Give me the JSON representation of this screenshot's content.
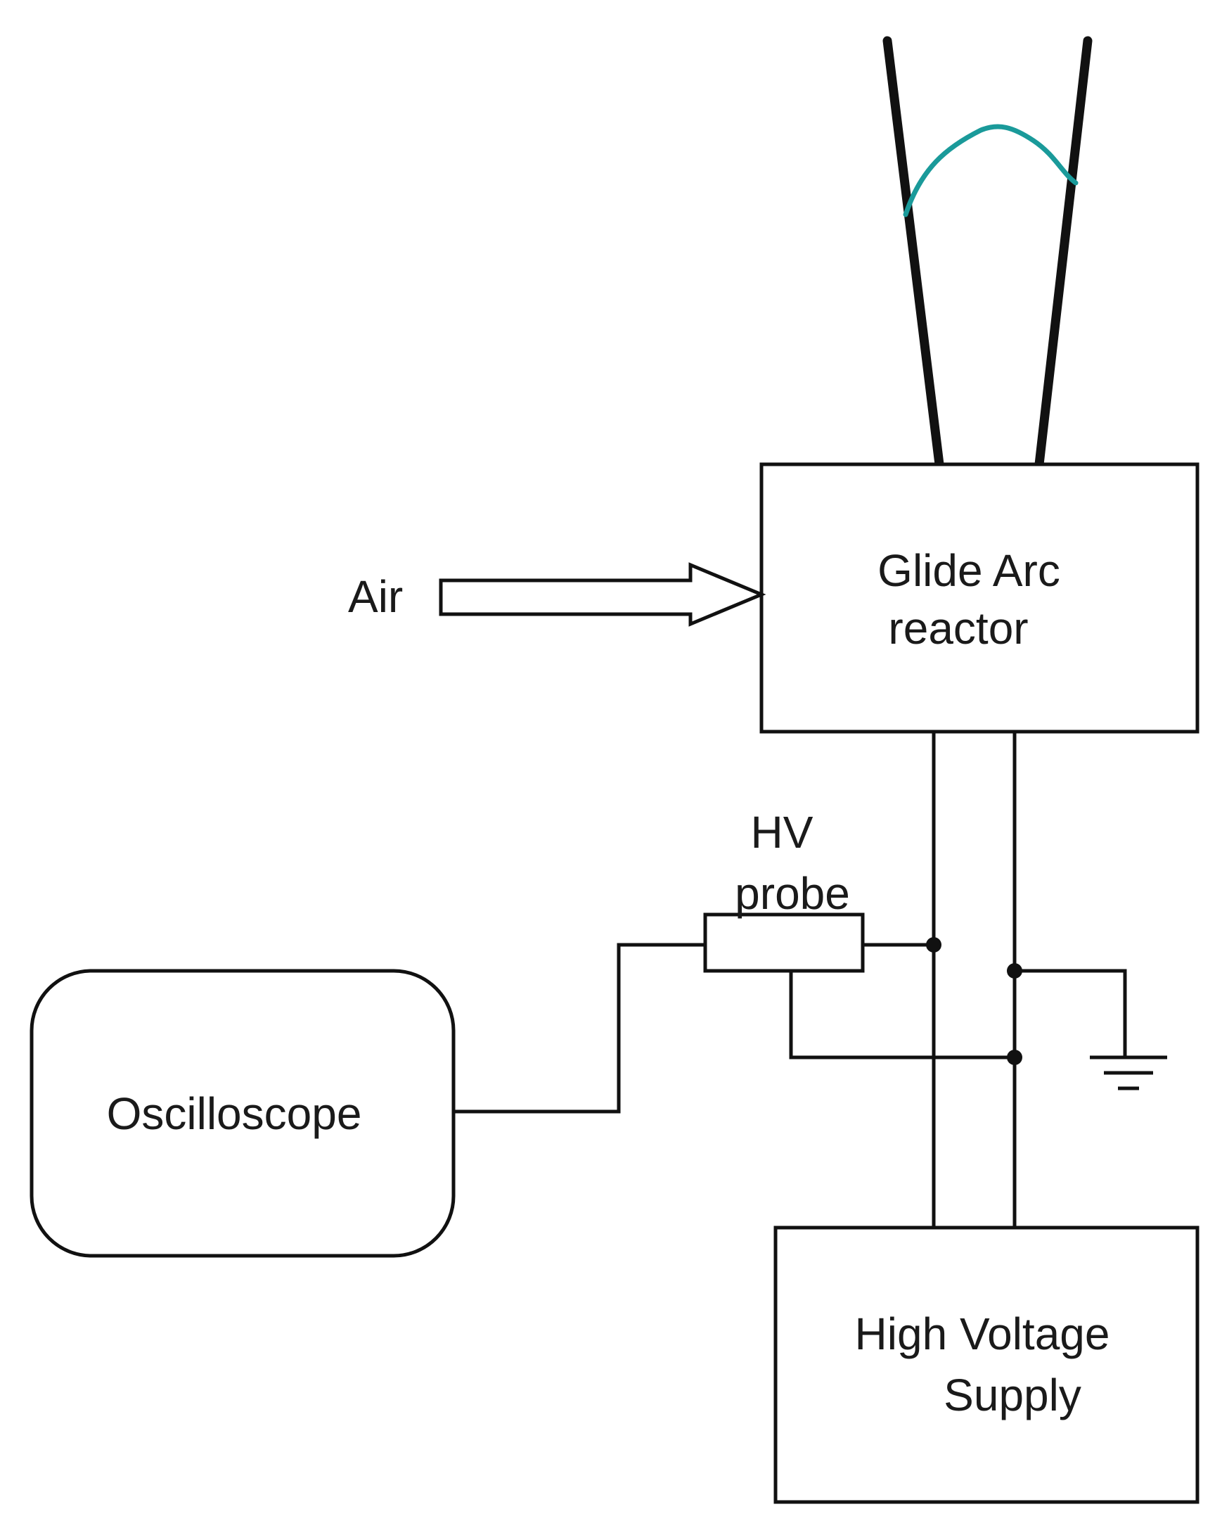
{
  "diagram": {
    "colors": {
      "line": "#111111",
      "arc": "#1a9a9a",
      "text": "#1a1a1a",
      "background": "#ffffff"
    },
    "labels": {
      "air": "Air",
      "reactor_line1": "Glide Arc",
      "reactor_line2": "reactor",
      "probe_line1": "HV",
      "probe_line2": "probe",
      "oscilloscope": "Oscilloscope",
      "supply_line1": "High Voltage",
      "supply_line2": "Supply"
    }
  }
}
